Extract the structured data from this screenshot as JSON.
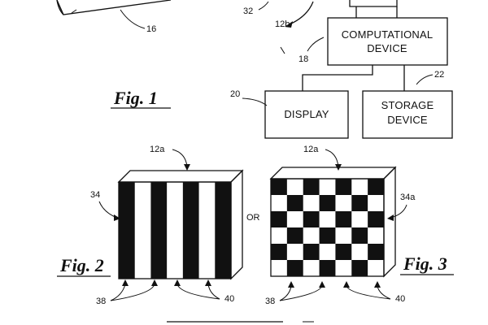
{
  "labels": {
    "ref_32": "32",
    "ref_16": "16",
    "ref_12b": "12b",
    "ref_18": "18",
    "ref_20": "20",
    "ref_22": "22",
    "ref_12a_left": "12a",
    "ref_12a_right": "12a",
    "ref_34": "34",
    "ref_34a": "34a",
    "ref_38_left": "38",
    "ref_40_left": "40",
    "ref_38_right": "38",
    "ref_40_right": "40",
    "or_text": "OR"
  },
  "boxes": {
    "computational_line1": "COMPUTATIONAL",
    "computational_line2": "DEVICE",
    "display": "DISPLAY",
    "storage_line1": "STORAGE",
    "storage_line2": "DEVICE"
  },
  "figures": {
    "fig1": "Fig. 1",
    "fig2": "Fig. 2",
    "fig3": "Fig. 3"
  },
  "patterns": {
    "stripe_count": 7,
    "checker_cols": 7,
    "checker_rows": 6
  },
  "colors": {
    "ink": "#111111",
    "paper": "#ffffff"
  }
}
